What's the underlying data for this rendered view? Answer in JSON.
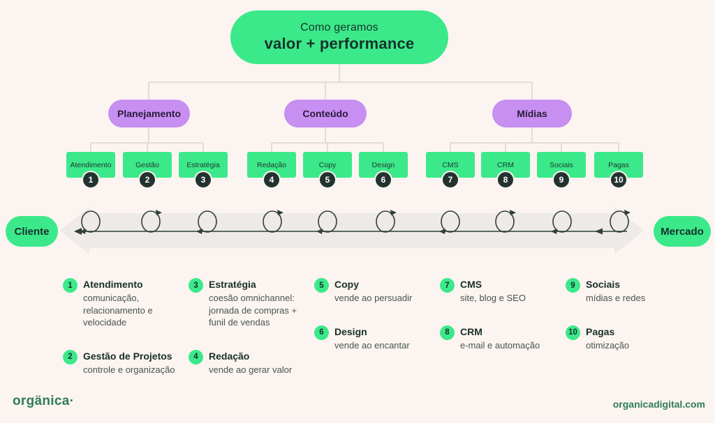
{
  "title": {
    "line1": "Como geramos",
    "line2": "valor + performance"
  },
  "tree": {
    "groups": [
      {
        "label": "Planejamento",
        "children": [
          {
            "num": "1",
            "label": "Atendimento"
          },
          {
            "num": "2",
            "label": "Gestão"
          },
          {
            "num": "3",
            "label": "Estratégia"
          }
        ]
      },
      {
        "label": "Conteúdo",
        "children": [
          {
            "num": "4",
            "label": "Redação"
          },
          {
            "num": "5",
            "label": "Copy"
          },
          {
            "num": "6",
            "label": "Design"
          }
        ]
      },
      {
        "label": "Mídias",
        "children": [
          {
            "num": "7",
            "label": "CMS"
          },
          {
            "num": "8",
            "label": "CRM"
          },
          {
            "num": "9",
            "label": "Sociais"
          },
          {
            "num": "10",
            "label": "Pagas"
          }
        ]
      }
    ]
  },
  "flow": {
    "left_label": "Cliente",
    "right_label": "Mercado"
  },
  "legend": {
    "columns": [
      {
        "items": [
          {
            "num": "1",
            "title": "Atendimento",
            "desc": "comunicação, relacionamento e velocidade"
          },
          {
            "num": "2",
            "title": "Gestão de Projetos",
            "desc": "controle e organização"
          }
        ]
      },
      {
        "items": [
          {
            "num": "3",
            "title": "Estratégia",
            "desc": "coesão omnichannel: jornada de compras + funil de vendas"
          },
          {
            "num": "4",
            "title": "Redação",
            "desc": "vende ao gerar valor"
          }
        ]
      },
      {
        "items": [
          {
            "num": "5",
            "title": "Copy",
            "desc": "vende ao persuadir"
          },
          {
            "num": "6",
            "title": "Design",
            "desc": "vende ao encantar"
          }
        ]
      },
      {
        "items": [
          {
            "num": "7",
            "title": "CMS",
            "desc": "site, blog e SEO"
          },
          {
            "num": "8",
            "title": "CRM",
            "desc": "e-mail e automação"
          }
        ]
      },
      {
        "items": [
          {
            "num": "9",
            "title": "Sociais",
            "desc": "mídias e redes"
          },
          {
            "num": "10",
            "title": "Pagas",
            "desc": "otimização"
          }
        ]
      }
    ]
  },
  "footer": {
    "logo": "orgänica·",
    "site": "organicadigital.com"
  },
  "colors": {
    "background": "#FBF4F0",
    "green": "#3CE98A",
    "purple": "#C88FF2",
    "dark_text": "#16322B",
    "badge_dark": "#22332F",
    "band_gray": "#EDEAE7",
    "connector_gray": "#DAD4D0",
    "footer_green": "#2F7C57"
  },
  "icons": {
    "loop": "circular-arrow-loop",
    "band": "double-headed-arrow"
  }
}
